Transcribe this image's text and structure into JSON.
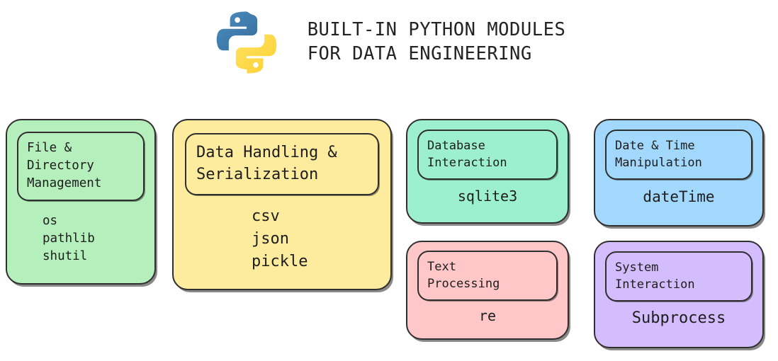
{
  "header": {
    "logo": "python-logo",
    "logo_colors": {
      "blue": "#3b7fb2",
      "yellow": "#ffd845"
    },
    "title_line1": "BUILT-IN PYTHON MODULES",
    "title_line2": "FOR DATA ENGINEERING"
  },
  "cards": [
    {
      "id": "file",
      "title": "File &\nDirectory\nManagement",
      "items": "os\npathlib\nshutil",
      "color": "#b5f0bc"
    },
    {
      "id": "data",
      "title": "Data Handling &\nSerialization",
      "items": "csv\njson\npickle",
      "color": "#fdeb9e"
    },
    {
      "id": "db",
      "title": "Database\nInteraction",
      "items": "sqlite3",
      "color": "#9cf0cf"
    },
    {
      "id": "date",
      "title": "Date & Time\nManipulation",
      "items": "dateTime",
      "color": "#a3d8fd"
    },
    {
      "id": "text",
      "title": "Text\nProcessing",
      "items": "re",
      "color": "#ffc7c7"
    },
    {
      "id": "sys",
      "title": "System\nInteraction",
      "items": "Subprocess",
      "color": "#d4bdfd"
    }
  ]
}
